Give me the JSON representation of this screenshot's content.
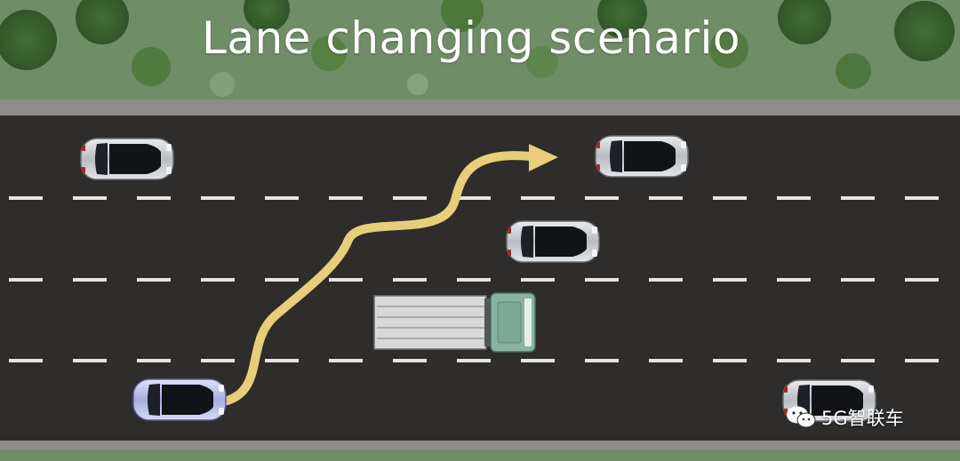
{
  "title": "Lane changing scenario",
  "watermark": {
    "text": "5G智联车",
    "icon": "wechat-icon"
  },
  "colors": {
    "grass": "#6f8d66",
    "road": "#2f2d2c",
    "curb": "#8f8c89",
    "lane_marking": "#e6e4e0",
    "path": "#e8cd7a",
    "ego_car": "#b8bde6",
    "other_car": "#c9cccf",
    "truck_cab": "#86b4a0",
    "truck_trailer": "#d8d8d8"
  },
  "vehicles": [
    {
      "id": "ego-car",
      "kind": "car",
      "role": "ego"
    },
    {
      "id": "car-top-left",
      "kind": "car",
      "role": "traffic"
    },
    {
      "id": "car-top-right",
      "kind": "car",
      "role": "traffic"
    },
    {
      "id": "car-middle",
      "kind": "car",
      "role": "traffic"
    },
    {
      "id": "car-bottom-right",
      "kind": "car",
      "role": "traffic"
    },
    {
      "id": "truck",
      "kind": "truck",
      "role": "traffic"
    }
  ]
}
